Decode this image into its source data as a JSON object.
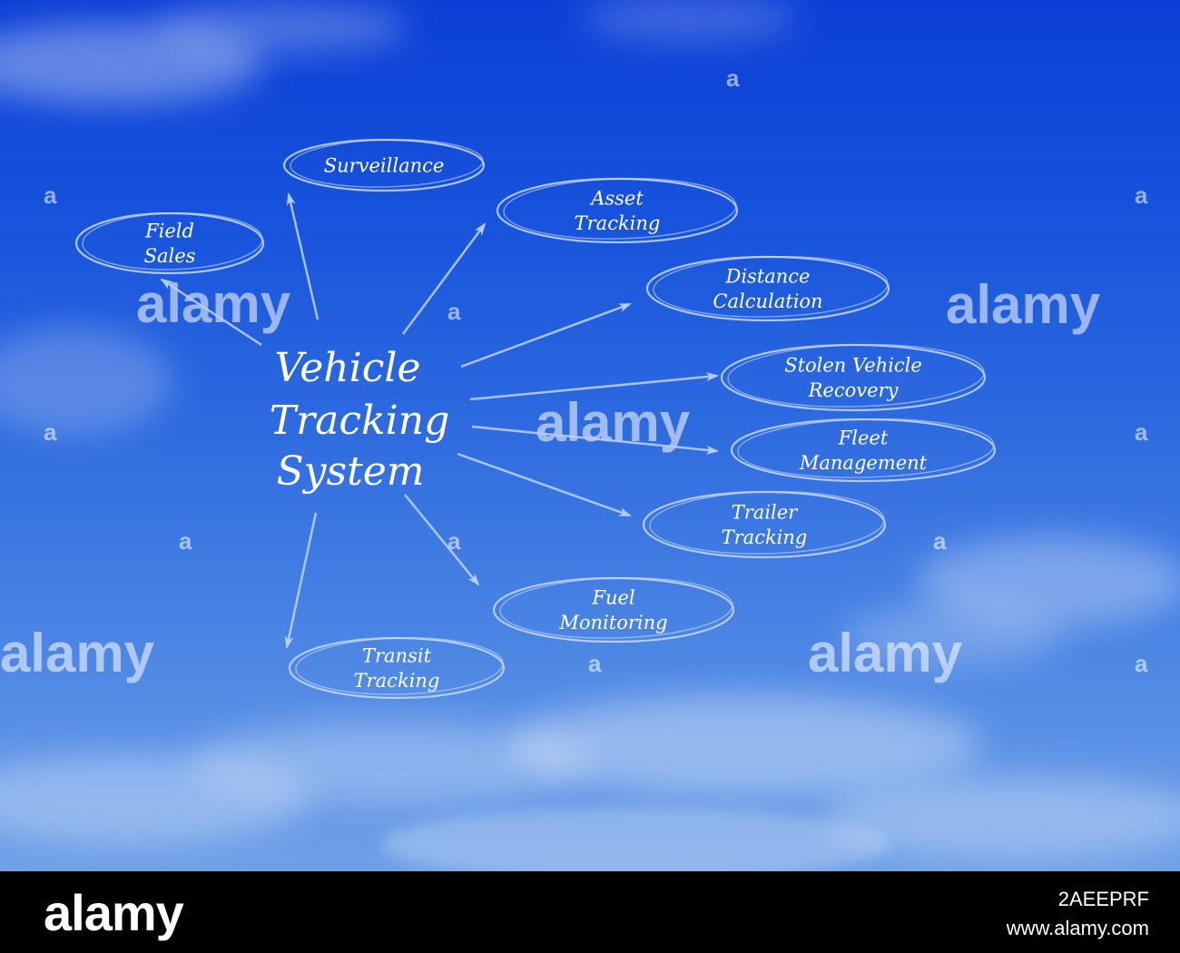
{
  "diagram": {
    "center": {
      "lines": [
        "Vehicle",
        "Tracking",
        "System"
      ]
    },
    "nodes": [
      {
        "id": "field-sales",
        "lines": [
          "Field",
          "Sales"
        ]
      },
      {
        "id": "surveillance",
        "lines": [
          "Surveillance"
        ]
      },
      {
        "id": "asset-tracking",
        "lines": [
          "Asset",
          "Tracking"
        ]
      },
      {
        "id": "distance-calculation",
        "lines": [
          "Distance",
          "Calculation"
        ]
      },
      {
        "id": "stolen-vehicle-recovery",
        "lines": [
          "Stolen Vehicle",
          "Recovery"
        ]
      },
      {
        "id": "fleet-management",
        "lines": [
          "Fleet",
          "Management"
        ]
      },
      {
        "id": "trailer-tracking",
        "lines": [
          "Trailer",
          "Tracking"
        ]
      },
      {
        "id": "fuel-monitoring",
        "lines": [
          "Fuel",
          "Monitoring"
        ]
      },
      {
        "id": "transit-tracking",
        "lines": [
          "Transit",
          "Tracking"
        ]
      }
    ]
  },
  "watermark": {
    "text": "alamy",
    "mark": "a"
  },
  "footer": {
    "logo": "alamy",
    "image_id": "2AEEPRF",
    "url": "www.alamy.com"
  },
  "colors": {
    "sky_top": "#0b3fd6",
    "sky_bottom": "#6fa0e7",
    "ink": "#ffffff",
    "ellipse_stroke": "#c9d8f6",
    "arrow": "#b8cdf3",
    "footer_bg": "#000000"
  }
}
